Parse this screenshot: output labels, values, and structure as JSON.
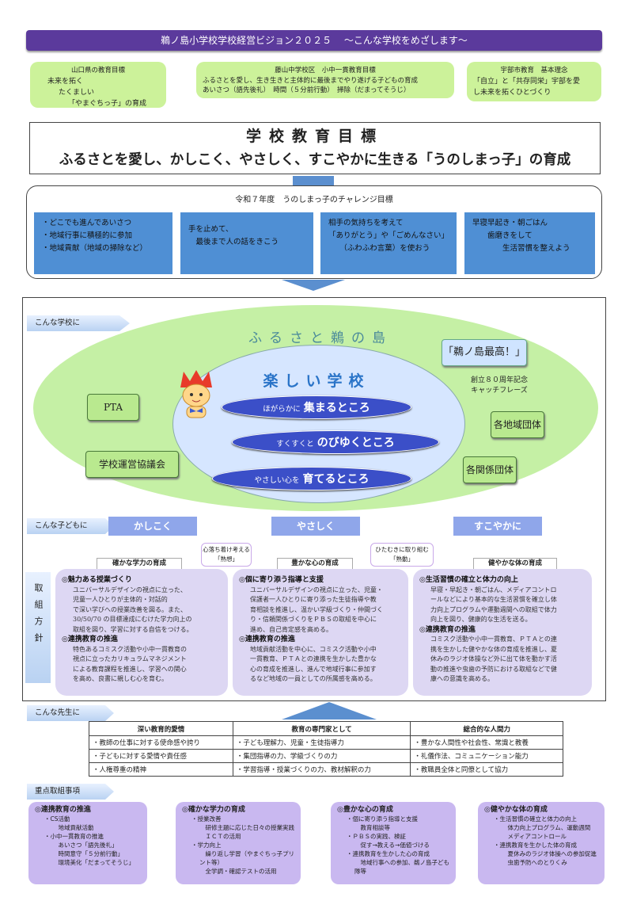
{
  "header": {
    "title": "鵜ノ島小学校学校経営ビジョン２０２５",
    "subtitle": "～こんな学校をめざします～"
  },
  "prefecture": {
    "caption": "山口県の教育目標",
    "lines": [
      "未来を拓く",
      "たくましい",
      "「やまぐちっ子」の育成"
    ]
  },
  "district": {
    "caption": "藤山中学校区　小中一貫教育目標",
    "lines": [
      "ふるさとを愛し、生き生きと主体的に最後までやり遂げる子どもの育成",
      "あいさつ（語先後礼）　時間（５分前行動）　掃除（だまってそうじ）"
    ]
  },
  "city": {
    "caption": "宇部市教育　基本理念",
    "lines": [
      "「自立」と「共存同栄」宇部を愛",
      "し未来を拓くひとづくり"
    ]
  },
  "goal": {
    "title": "学校教育目標",
    "main": "ふるさとを愛し、かしこく、やさしく、すこやかに生きる「うのしまっ子」の育成"
  },
  "challenge": {
    "title": "令和７年度　うのしまっ子のチャレンジ目標",
    "cards": [
      [
        "・どこでも進んであいさつ",
        "・地域行事に積極的に参加",
        "・地域貢献（地域の掃除など）"
      ],
      [
        "手を止めて、",
        "　最後まで人の話をきこう"
      ],
      [
        "相手の気持ちを考えて",
        "「ありがとう」や「ごめんなさい」",
        "　　（ふわふわ言葉）を使おう"
      ],
      [
        "早寝早起き・朝ごはん",
        "　　歯磨きをして",
        "　　　　生活習慣を整えよう"
      ]
    ]
  },
  "school": {
    "tag": "こんな学校に",
    "outer": "ふるさと鵜の島",
    "inner": "楽しい学校",
    "pills": [
      {
        "small": "ほがらかに",
        "big": "集まるところ"
      },
      {
        "small": "すくすくと",
        "big": "のびゆくところ"
      },
      {
        "small": "やさしい心を",
        "big": "育てるところ"
      }
    ],
    "catch": "「鵜ノ島最高！」",
    "catch_note": [
      "創立８０周年記念",
      "キャッチフレーズ"
    ],
    "pta": "PTA",
    "council": "学校運営協議会",
    "community": "各地域団体",
    "related": "各関係団体"
  },
  "children": {
    "tag": "こんな子どもに",
    "traits": [
      "かしこく",
      "やさしく",
      "すこやかに"
    ],
    "sub": [
      "確かな学力の育成",
      "豊かな心の育成",
      "健やかな体の育成"
    ],
    "bubble1": [
      "心落ち着け考える",
      "「熟想」"
    ],
    "bubble2": [
      "ひたむきに取り組む",
      "「熟動」"
    ]
  },
  "policy_label": "取組方針",
  "policies": [
    {
      "h1": "◎魅力ある授業づくり",
      "b1": [
        "ユニバーサルデザインの視点に立った、",
        "児童一人ひとりが主体的・対話的",
        "で深い学びへの授業改善を図る。また、",
        "30/50/70 の目標達成にむけた学力向上の",
        "取組を図り、学習に対する自信をつける。"
      ],
      "h2": "◎連携教育の推進",
      "b2": [
        "特色あるコミスク活動や小中一貫教育の",
        "視点に立ったカリキュラムマネジメント",
        "による教育課程を推進し、学習への関心",
        "を高め、良書に親しむ心を育む。"
      ]
    },
    {
      "h1": "◎個に寄り添う指導と支援",
      "b1": [
        "ユニバーサルデザインの視点に立った、児童・",
        "保護者一人ひとりに寄り添った生徒指導や教",
        "育相談を推進し、温かい学級づくり・仲間づく",
        "り・信頼関係づくりをＰＢＳの取組を中心に",
        "進め、自己肯定感を高める。"
      ],
      "h2": "◎連携教育の推進",
      "b2": [
        "地域貢献活動を中心に、コミスク活動や小中",
        "一貫教育、ＰＴＡとの連携を生かした豊かな",
        "心の育成を推進し、進んで地域行事に参加す",
        "るなど地域の一員としての所属感を高める。"
      ]
    },
    {
      "h1": "◎生活習慣の確立と体力の向上",
      "b1": [
        "早寝・早起き・朝ごはん、メディアコントロ",
        "ールなどにより基本的な生活習慣を確立し体",
        "力向上プログラムや運動週間への取組で体力",
        "向上を図り、健康的な生活を送る。"
      ],
      "h2": "◎連携教育の推進",
      "b2": [
        "コミスク活動や小中一貫教育、ＰＴＡとの連",
        "携を生かした健やかな体の育成を推進し、夏",
        "休みのラジオ体操など外に出て体を動かす活",
        "動の推進や虫歯の予防における取組などで健",
        "康への意識を高める。"
      ]
    }
  ],
  "teachers": {
    "tag": "こんな先生に",
    "headers": [
      "深い教育的愛情",
      "教育の専門家として",
      "総合的な人間力"
    ],
    "rows": [
      [
        "・教師の仕事に対する使命感や誇り",
        "・子ども理解力、児童・生徒指導力",
        "・豊かな人間性や社会性、常識と教養"
      ],
      [
        "・子どもに対する愛情や責任感",
        "・集団指導の力、学級づくりの力",
        "・礼儀作法、コミュニケーション能力"
      ],
      [
        "・人権尊重の精神",
        "・学習指導・授業づくりの力、教材解釈の力",
        "・教職員全体と同僚として協力"
      ]
    ]
  },
  "priority": {
    "tag": "重点取組事項",
    "items": [
      {
        "h": "◎連携教育の推進",
        "lines": [
          "・CS活動",
          "　地域貢献活動",
          "・小中一貫教育の推進",
          "　あいさつ「語先後礼」",
          "　時間意守「５分前行動」",
          "　環境美化「だまってそうじ」"
        ]
      },
      {
        "h": "◎確かな学力の育成",
        "lines": [
          "・授業改善",
          "　研修主題に応じた日々の授業実践",
          "　ＩＣＴの活用",
          "・学力向上",
          "　繰り返し学習（やまぐちっ子プリント等）",
          "　全学調・確認テストの活用"
        ]
      },
      {
        "h": "◎豊かな心の育成",
        "lines": [
          "・個に寄り添う指導と支援",
          "　教育相談等",
          "・ＰＢＳの実践、検証",
          "　促す→教える→価値づける",
          "・連携教育を生かした心の育成",
          "　地域行事への参加、鵜ノ島子ども隊等"
        ]
      },
      {
        "h": "◎健やかな体の育成",
        "lines": [
          "・生活習慣の確立と体力の向上",
          "　体力向上プログラム、運動週間",
          "　メディアコントロール",
          "・連携教育を生かした体の育成",
          "　夏休みのラジオ体操への参加促進",
          "　虫歯予防へのとりくみ"
        ]
      }
    ]
  },
  "colors": {
    "header": "#5b3a9c",
    "green": "#ccf29a",
    "blue": "#4f8fd4",
    "lavender": "#ddd7f3"
  }
}
